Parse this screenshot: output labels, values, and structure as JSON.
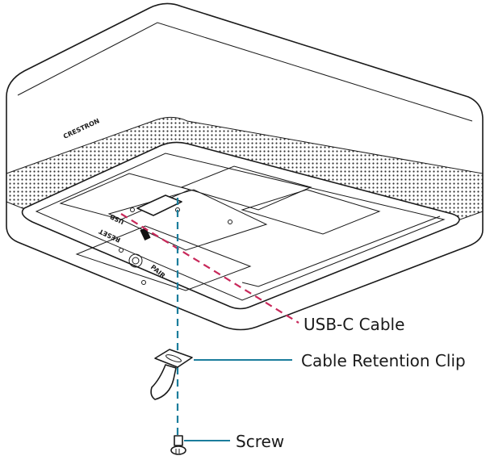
{
  "callouts": {
    "usb_cable": "USB-C Cable",
    "clip": "Cable Retention Clip",
    "screw": "Screw"
  },
  "device_markings": {
    "brand": "CRESTRON",
    "usb": "USB",
    "reset": "RESET",
    "pair": "PAIR"
  },
  "colors": {
    "usb_cable_line": "#c8285a",
    "leader_line": "#1b7d9c",
    "outline": "#1a1a1a"
  }
}
